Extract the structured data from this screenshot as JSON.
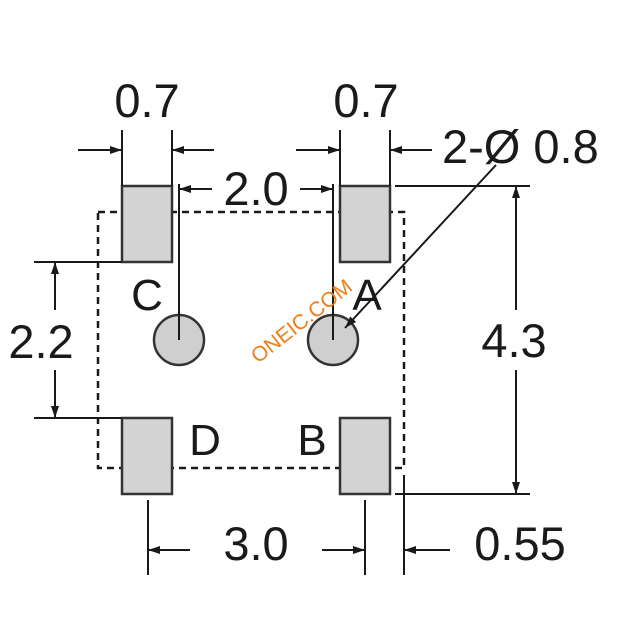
{
  "dimensions": {
    "pad_width_left": "0.7",
    "pad_width_right": "0.7",
    "hole_spec": "2-Ø 0.8",
    "hole_spacing": "2.0",
    "height": "4.3",
    "pad_pitch_vertical": "2.2",
    "pad_pitch_horizontal": "3.0",
    "edge_offset": "0.55"
  },
  "pad_labels": {
    "a": "A",
    "b": "B",
    "c": "C",
    "d": "D"
  },
  "watermark": "ONEIC.COM",
  "colors": {
    "pad_fill": "#d3d3d3",
    "outline": "#1a1a1a",
    "watermark": "#f07d12"
  }
}
